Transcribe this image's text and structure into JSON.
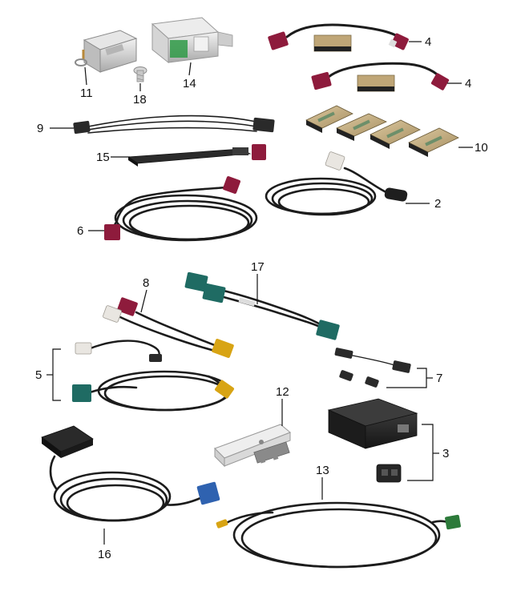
{
  "callouts": {
    "c1": "2",
    "c2": "3",
    "c3": "4",
    "c4": "4",
    "c5": "5",
    "c6": "6",
    "c7": "7",
    "c8": "8",
    "c9": "9",
    "c10": "10",
    "c11": "11",
    "c12": "12",
    "c13": "13",
    "c14": "14",
    "c15": "15",
    "c16": "16",
    "c17": "17",
    "c18": "18"
  },
  "colors": {
    "fakra_red": "#8e1b3c",
    "fakra_green": "#1f6b63",
    "fakra_yellow": "#d8a414",
    "fakra_white": "#e9e6e1",
    "fakra_blue": "#2f62b0",
    "cable": "#1c1c1c",
    "pad_tan": "#c9b48a",
    "pad_green": "#6d8f6a"
  }
}
